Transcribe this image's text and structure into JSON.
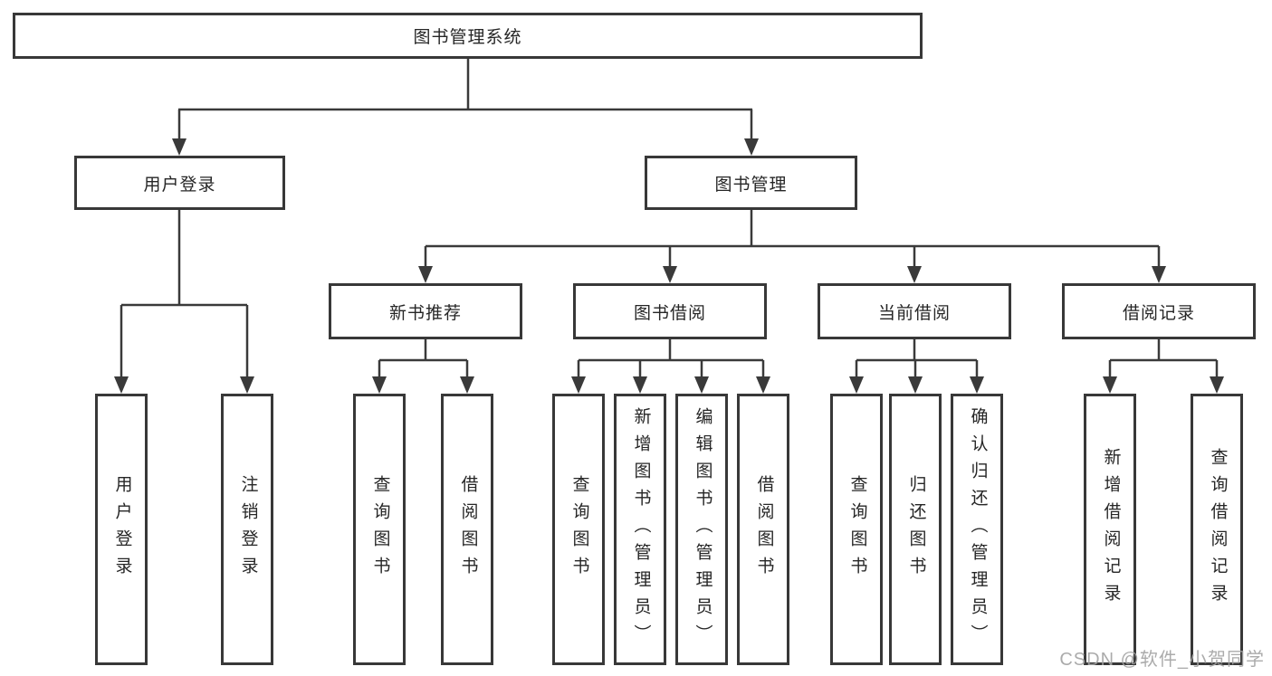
{
  "colors": {
    "background": "#ffffff",
    "box_border": "#383838",
    "line": "#3a3a3a",
    "text": "#262626",
    "watermark": "#a3a3a3"
  },
  "diagram": {
    "root": {
      "label": "图书管理系统"
    },
    "branches": [
      {
        "label": "用户登录",
        "children": [
          {
            "label": "用户登录"
          },
          {
            "label": "注销登录"
          }
        ]
      },
      {
        "label": "图书管理",
        "children": [
          {
            "label": "新书推荐",
            "children": [
              {
                "label": "查询图书"
              },
              {
                "label": "借阅图书"
              }
            ]
          },
          {
            "label": "图书借阅",
            "children": [
              {
                "label": "查询图书"
              },
              {
                "label": "新增图书（管理员）"
              },
              {
                "label": "编辑图书（管理员）"
              },
              {
                "label": "借阅图书"
              }
            ]
          },
          {
            "label": "当前借阅",
            "children": [
              {
                "label": "查询图书"
              },
              {
                "label": "归还图书"
              },
              {
                "label": "确认归还（管理员）"
              }
            ]
          },
          {
            "label": "借阅记录",
            "children": [
              {
                "label": "新增借阅记录"
              },
              {
                "label": "查询借阅记录"
              }
            ]
          }
        ]
      }
    ]
  },
  "watermark": {
    "text": "CSDN @软件_小贺同学"
  }
}
